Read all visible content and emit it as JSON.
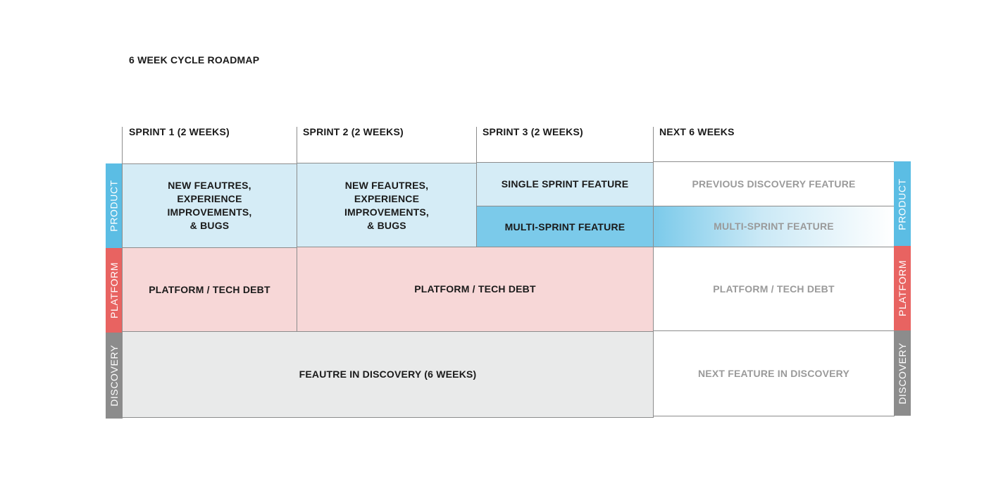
{
  "title": "6 WEEK CYCLE ROADMAP",
  "columns": [
    {
      "label": "SPRINT 1 (2 WEEKS)"
    },
    {
      "label": "SPRINT 2 (2 WEEKS)"
    },
    {
      "label": "SPRINT 3 (2 WEEKS)"
    },
    {
      "label": "NEXT 6 WEEKS"
    }
  ],
  "rows": {
    "product": {
      "label": "PRODUCT",
      "color": "#5bbde4",
      "light_color": "#d5ecf6",
      "dark_color": "#7bcaea",
      "sprint1": "NEW FEAUTRES,\nEXPERIENCE\nIMPROVEMENTS,\n& BUGS",
      "sprint2": "NEW FEAUTRES,\nEXPERIENCE\nIMPROVEMENTS,\n& BUGS",
      "sprint3_top": "SINGLE SPRINT FEATURE",
      "sprint3_bottom": "MULTI-SPRINT FEATURE",
      "next_top": "PREVIOUS DISCOVERY FEATURE",
      "next_bottom": "MULTI-SPRINT FEATURE"
    },
    "platform": {
      "label": "PLATFORM",
      "color": "#e86361",
      "bg_color": "#f7d7d7",
      "sprint1": "PLATFORM / TECH DEBT",
      "sprint2_3": "PLATFORM / TECH DEBT",
      "next": "PLATFORM / TECH DEBT"
    },
    "discovery": {
      "label": "DISCOVERY",
      "color": "#8c8c8c",
      "bg_color": "#e9eaea",
      "sprints": "FEAUTRE IN DISCOVERY (6 WEEKS)",
      "next": "NEXT FEATURE IN DISCOVERY"
    }
  }
}
